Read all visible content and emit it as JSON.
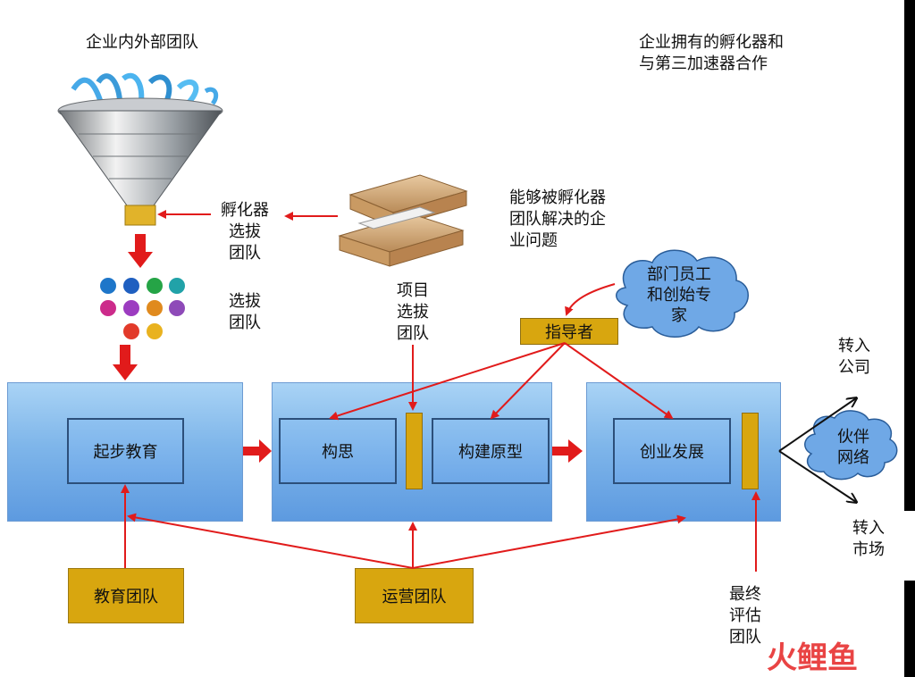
{
  "labels": {
    "internal_external_team": "企业内外部团队",
    "incubator_partner": "企业拥有的孵化器和\n与第三加速器合作",
    "incubator_selection_team": "孵化器\n选拔\n团队",
    "problems": "能够被孵化器\n团队解决的企\n业问题",
    "selection_team": "选拔\n团队",
    "project_selection_team": "项目\n选拔\n团队",
    "mentors": "指导者",
    "mentor_sources": "部门员工\n和创始专\n家",
    "transfer_company": "转入\n公司",
    "partner_network": "伙伴\n网络",
    "transfer_market": "转入\n市场",
    "final_evaluation_team": "最终\n评估\n团队"
  },
  "stages": {
    "startup_education": "起步教育",
    "ideation": "构思",
    "prototype": "构建原型",
    "venture_development": "创业发展"
  },
  "teams": {
    "education_team": "教育团队",
    "operations_team": "运营团队"
  },
  "watermark": {
    "text": "火鲤鱼"
  },
  "colors": {
    "arrow_red": "#e11b1b",
    "gold": "#d8a60f",
    "stage_blue": "#7fb6ea",
    "cloud_blue": "#6fa8e6"
  },
  "icons": {
    "funnel": "funnel-icon",
    "trays": "document-trays-icon",
    "balls": "colored-balls-icon",
    "cloud": "cloud-icon"
  }
}
